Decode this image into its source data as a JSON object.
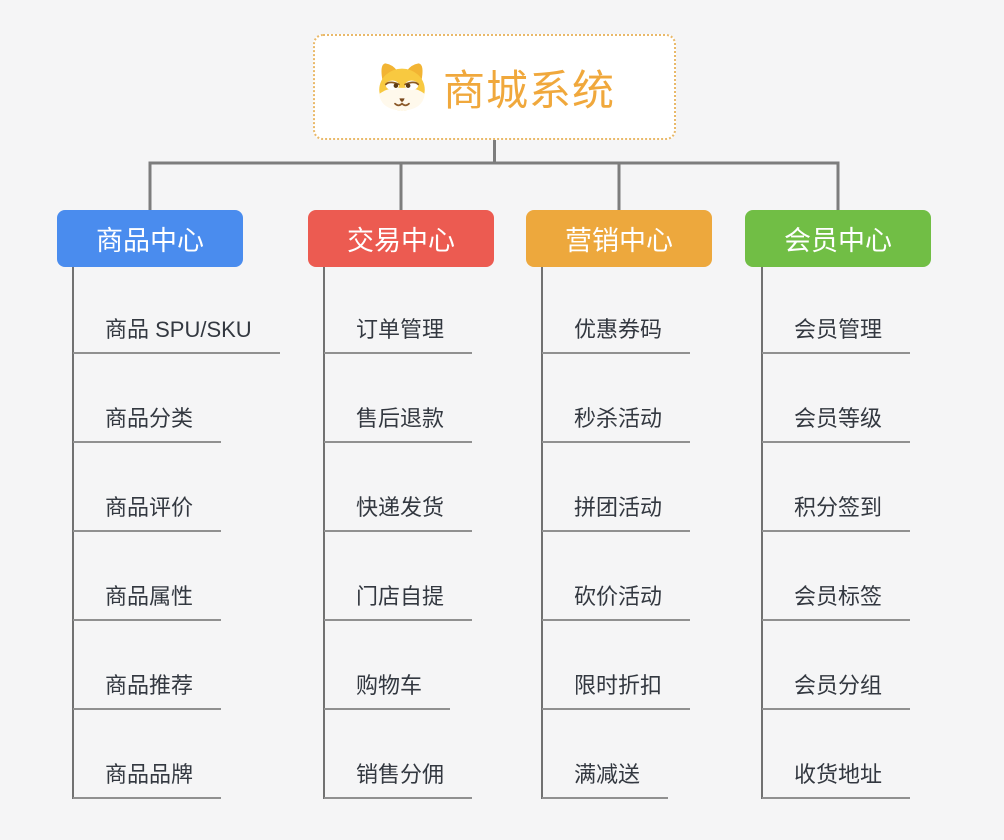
{
  "root": {
    "title": "商城系统"
  },
  "branches": [
    {
      "label": "商品中心",
      "color": "#4A8CEE",
      "children": [
        "商品 SPU/SKU",
        "商品分类",
        "商品评价",
        "商品属性",
        "商品推荐",
        "商品品牌"
      ]
    },
    {
      "label": "交易中心",
      "color": "#EC5B51",
      "children": [
        "订单管理",
        "售后退款",
        "快递发货",
        "门店自提",
        "购物车",
        "销售分佣"
      ]
    },
    {
      "label": "营销中心",
      "color": "#EDA83D",
      "children": [
        "优惠券码",
        "秒杀活动",
        "拼团活动",
        "砍价活动",
        "限时折扣",
        "满减送"
      ]
    },
    {
      "label": "会员中心",
      "color": "#71BE45",
      "children": [
        "会员管理",
        "会员等级",
        "积分签到",
        "会员标签",
        "会员分组",
        "收货地址"
      ]
    }
  ],
  "colors": {
    "background": "#F5F5F6",
    "root_title": "#F0A83C",
    "root_border": "#E9B96A",
    "connector": "#7D7D7D",
    "child_spine": "#717171",
    "child_underline": "#909090",
    "child_text": "#333840"
  }
}
